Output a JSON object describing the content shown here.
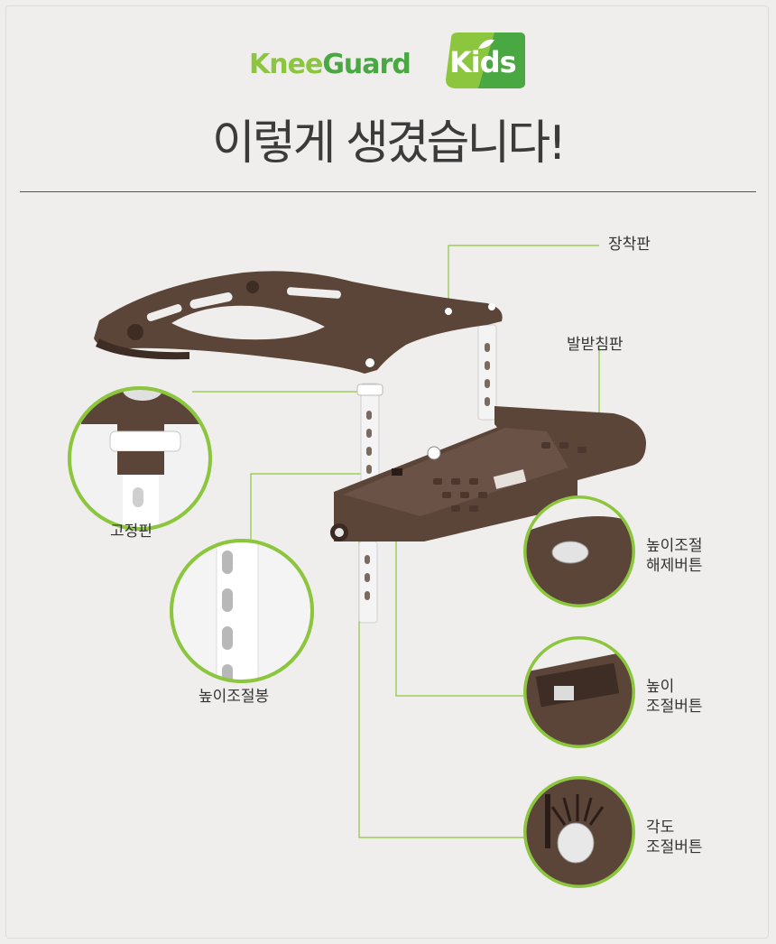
{
  "logo": {
    "word1": "Knee",
    "word2": "Guard",
    "badge": "Kids",
    "colors": {
      "light_green": "#8cc63f",
      "green": "#4aa843",
      "dark_green": "#3a8f3a"
    }
  },
  "headline": "이렇게 생겼습니다!",
  "labels": {
    "mount_plate": "장착판",
    "footrest": "발받침판",
    "fixing_pin": "고정핀",
    "height_rod": "높이조절봉",
    "height_release": {
      "line1": "높이조절",
      "line2": "해제버튼"
    },
    "height_button": {
      "line1": "높이",
      "line2": "조절버튼"
    },
    "angle_button": {
      "line1": "각도",
      "line2": "조절버튼"
    }
  },
  "colors": {
    "product_brown": "#5b4438",
    "callout_line": "#8cc63f",
    "background": "#efeeec"
  }
}
